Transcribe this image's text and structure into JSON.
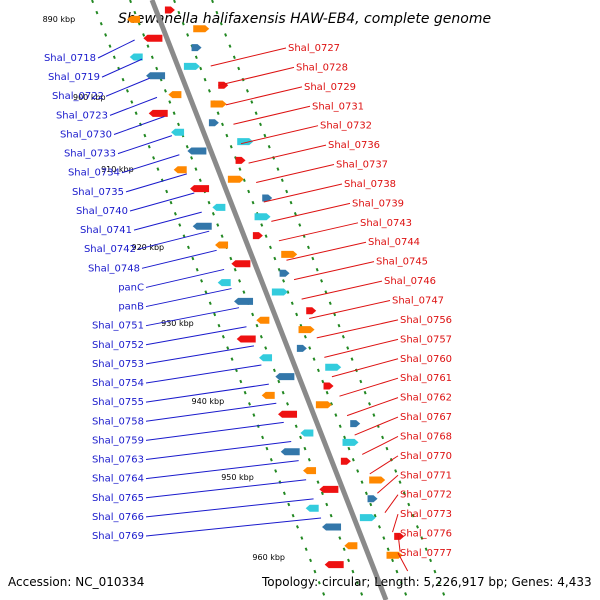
{
  "title": "Shewanella halifaxensis HAW-EB4, complete genome",
  "footer": {
    "accession": "Accession: NC_010334",
    "topology": "Topology: circular; Length: 5,226,917 bp; Genes: 4,433"
  },
  "colors": {
    "left_labels": "#1a1acc",
    "right_labels": "#dd1111",
    "backbone": "#8a8a8a",
    "ticks": "#228822"
  },
  "kbp_markers": [
    {
      "label": "890 kbp"
    },
    {
      "label": "900 kbp"
    },
    {
      "label": "910 kbp"
    },
    {
      "label": "920 kbp"
    },
    {
      "label": "930 kbp"
    },
    {
      "label": "940 kbp"
    },
    {
      "label": "950 kbp"
    },
    {
      "label": "960 kbp"
    }
  ],
  "left_genes": [
    "Shal_0718",
    "Shal_0719",
    "Shal_0722",
    "Shal_0723",
    "Shal_0730",
    "Shal_0733",
    "Shal_0734",
    "Shal_0735",
    "Shal_0740",
    "Shal_0741",
    "Shal_0742",
    "Shal_0748",
    "panC",
    "panB",
    "Shal_0751",
    "Shal_0752",
    "Shal_0753",
    "Shal_0754",
    "Shal_0755",
    "Shal_0758",
    "Shal_0759",
    "Shal_0763",
    "Shal_0764",
    "Shal_0765",
    "Shal_0766",
    "Shal_0769"
  ],
  "right_genes": [
    "Shal_0727",
    "Shal_0728",
    "Shal_0729",
    "Shal_0731",
    "Shal_0732",
    "Shal_0736",
    "Shal_0737",
    "Shal_0738",
    "Shal_0739",
    "Shal_0743",
    "Shal_0744",
    "Shal_0745",
    "Shal_0746",
    "Shal_0747",
    "Shal_0756",
    "Shal_0757",
    "Shal_0760",
    "Shal_0761",
    "Shal_0762",
    "Shal_0767",
    "Shal_0768",
    "Shal_0770",
    "Shal_0771",
    "Shal_0772",
    "Shal_0773",
    "Shal_0776",
    "Shal_0777"
  ]
}
